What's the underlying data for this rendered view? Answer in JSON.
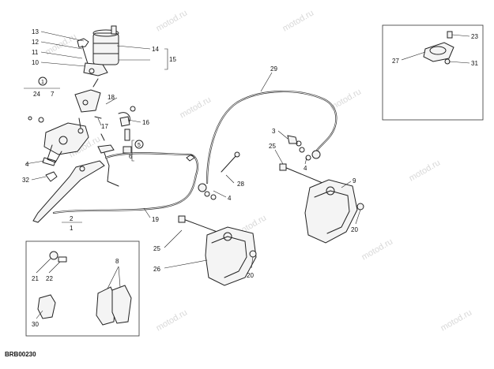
{
  "diagram": {
    "code": "BRB00230",
    "watermark": "motod.ru",
    "labels": {
      "l13": "13",
      "l12": "12",
      "l11": "11",
      "l10": "10",
      "l14": "14",
      "l15": "15",
      "circle1": "1",
      "l24": "24",
      "l7": "7",
      "l18": "18",
      "l16": "16",
      "l17": "17",
      "circle5": "5",
      "l6": "6",
      "l4a": "4",
      "l32": "32",
      "l2": "2",
      "l1": "1",
      "l19": "19",
      "l29": "29",
      "l3": "3",
      "l25a": "25",
      "l4b": "4",
      "l28": "28",
      "l4c": "4",
      "l9": "9",
      "l20a": "20",
      "l25b": "25",
      "l26": "26",
      "l20b": "20",
      "l21": "21",
      "l22": "22",
      "l8": "8",
      "l30": "30",
      "l23": "23",
      "l27": "27",
      "l31": "31"
    }
  }
}
